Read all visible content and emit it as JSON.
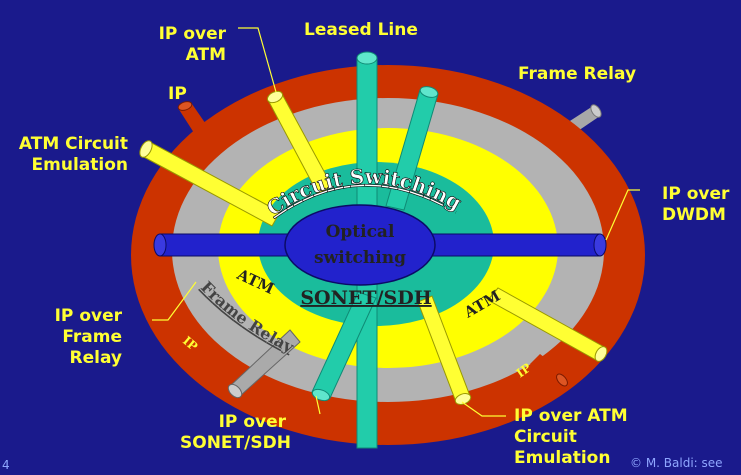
{
  "colors": {
    "background": "#1a1a8c",
    "label_text": "#ffff33",
    "outer_ring": "#cc3300",
    "grey_ring": "#b3b3b3",
    "atm_ring": "#ffff00",
    "circuit_ring": "#1abc9c",
    "optical_core": "#2222cc",
    "pipe_teal": "#22ccaa",
    "pipe_yellow": "#ffff33",
    "pipe_grey": "#aaaaaa",
    "pipe_red": "#cc3300",
    "pipe_blue": "#2222cc"
  },
  "labels": {
    "leased_line": "Leased Line",
    "ip_over_atm_top": [
      "IP over",
      "ATM"
    ],
    "frame_relay_top": "Frame Relay",
    "ip_top": "IP",
    "atm_circuit_emulation_left": [
      "ATM Circuit",
      "Emulation"
    ],
    "ip_over_dwdm": [
      "IP over",
      "DWDM"
    ],
    "ip_over_frame_relay": [
      "IP over",
      "Frame",
      "Relay"
    ],
    "ip_over_sonet": [
      "IP over",
      "SONET/SDH"
    ],
    "ip_over_atm_ce": [
      "IP over ATM",
      "Circuit",
      "Emulation"
    ]
  },
  "rings": {
    "circuit_switching": "Circuit Switching",
    "optical_switching": [
      "Optical",
      "switching"
    ],
    "sonet_sdh": "SONET/SDH",
    "atm_left": "ATM",
    "atm_right": "ATM",
    "frame_relay": "Frame Relay",
    "ip_left": "IP",
    "ip_right": "IP"
  },
  "footer": {
    "page": "4",
    "copyright": "© M. Baldi: see"
  }
}
